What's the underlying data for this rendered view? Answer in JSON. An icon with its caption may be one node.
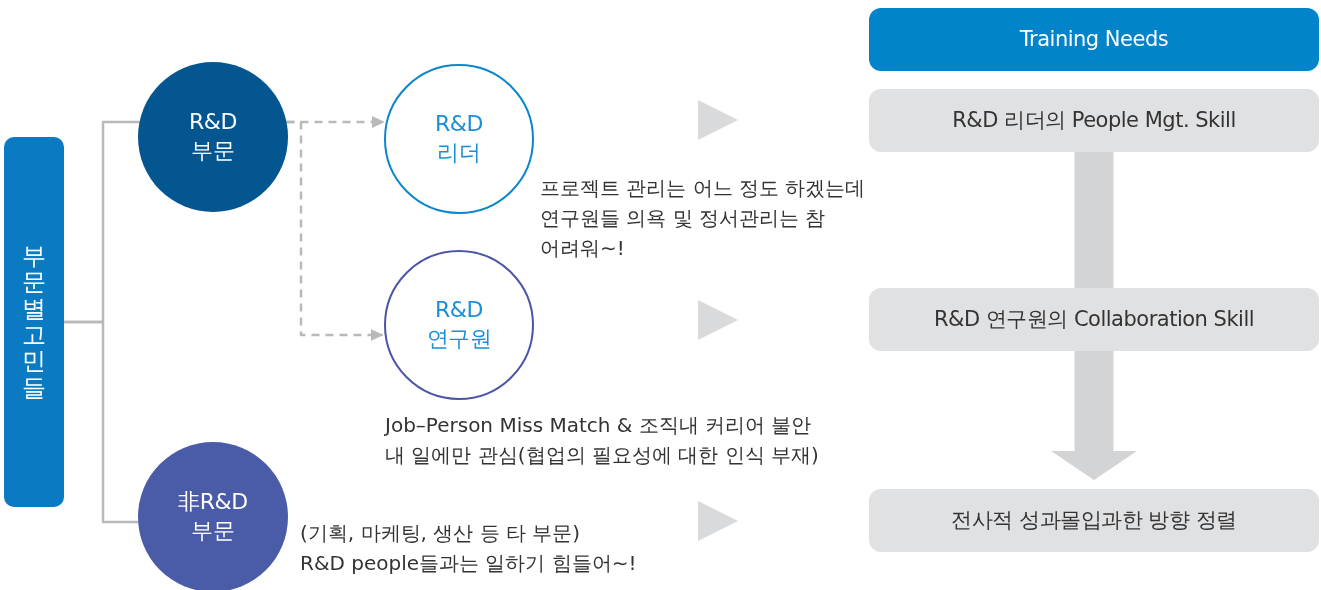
{
  "diagram": {
    "nodes": [
      {
        "text": [
          "부문별 고민들"
        ]
      },
      {
        "text": [
          "R&D 부문"
        ]
      },
      {
        "text": [
          "R&D 리더"
        ],
        "beside": [
          "프로젝트 관리는 어느 정도 하겠는데 연구원들 의욕 및 정서관리는 참 어려워∼!"
        ]
      },
      {
        "text": [
          "R&D 연구원"
        ],
        "beside": [
          "Job–Person Miss Match & 조직내 커리어 불안 내 일에만 관심(협업의 필요성에 대한 인식 부재)"
        ]
      },
      {
        "text": [
          "非R&D 부문"
        ],
        "beside": [
          "(기획, 마케팅, 생산 등 타 부문)",
          "R&D people들과는 일하기 힘들어∼!"
        ]
      },
      {
        "text": [
          "Training Needs"
        ]
      },
      {
        "text": [
          "R&D 리더의 People Mgt. Skill"
        ]
      },
      {
        "text": [
          "R&D 연구원의 Collaboration Skill"
        ]
      },
      {
        "text": [
          "전사적 성과몰입과한 방향 정렬"
        ]
      }
    ],
    "edges": [
      {
        "from": 0,
        "to": 1,
        "arrow": "none"
      },
      {
        "from": 0,
        "to": 4,
        "arrow": "none"
      },
      {
        "from": 1,
        "to": 2,
        "arrow": "to",
        "style": "dashed"
      },
      {
        "from": 1,
        "to": 3,
        "arrow": "to",
        "style": "dashed"
      },
      {
        "from": 6,
        "to": 7,
        "arrow": "none",
        "style": "thick",
        "color": "#d3d4d6"
      },
      {
        "from": 7,
        "to": 8,
        "arrow": "to",
        "style": "thick",
        "color": "#d3d4d6"
      }
    ]
  }
}
